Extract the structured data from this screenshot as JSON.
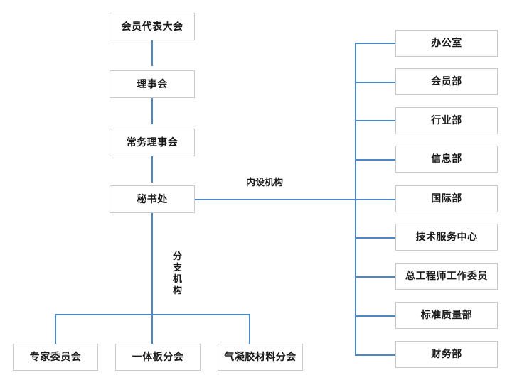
{
  "diagram": {
    "type": "organizational-chart",
    "background_color": "#ffffff",
    "connector_color": "#4a86c8",
    "box_border_color": "#c9c9c9",
    "text_color": "#1a1a1a",
    "hierarchy_column": [
      {
        "label": "会员代表大会"
      },
      {
        "label": "理事会"
      },
      {
        "label": "常务理事会"
      },
      {
        "label": "秘书处"
      }
    ],
    "edge_labels": {
      "internal": "内设机构",
      "branch": "分支机构",
      "branch_chars": [
        "分",
        "支",
        "机",
        "构"
      ]
    },
    "internal_departments": [
      {
        "label": "办公室"
      },
      {
        "label": "会员部"
      },
      {
        "label": "行业部"
      },
      {
        "label": "信息部"
      },
      {
        "label": "国际部"
      },
      {
        "label": "技术服务中心"
      },
      {
        "label": "总工程师工作委员"
      },
      {
        "label": "标准质量部"
      },
      {
        "label": "财务部"
      }
    ],
    "branch_organizations": [
      {
        "label": "专家委员会"
      },
      {
        "label": "一体板分会"
      },
      {
        "label": "气凝胶材料分会"
      }
    ]
  }
}
